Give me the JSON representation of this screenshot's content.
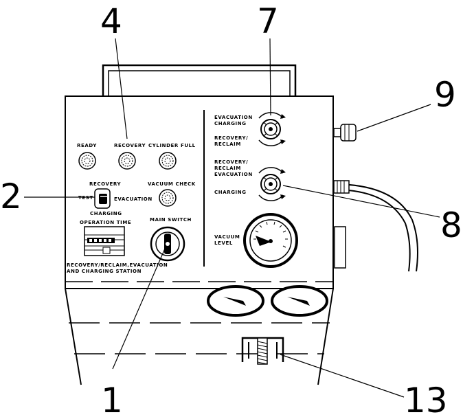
{
  "callouts": {
    "c1": "1",
    "c2": "2",
    "c4": "4",
    "c7": "7",
    "c8": "8",
    "c9": "9",
    "c13": "13"
  },
  "labels": {
    "ready": "READY",
    "recovery": "RECOVERY",
    "cylinder_full": "CYLINDER FULL",
    "recovery_switch": "RECOVERY",
    "test": "TEST",
    "evacuation": "EVACUATION",
    "charging": "CHARGING",
    "vacuum_check": "VACUUM CHECK",
    "operation_time": "OPERATION TIME",
    "main_switch": "MAIN SWITCH",
    "station_line1": "RECOVERY/RECLAIM,EVACUATION",
    "station_line2": "AND CHARGING STATION",
    "valve7_line1": "EVACUATION",
    "valve7_line2": "CHARGING",
    "valve7_line3": "RECOVERY/",
    "valve7_line4": "RECLAIM",
    "valve8_line1": "RECOVERY/",
    "valve8_line2": "RECLAIM",
    "valve8_line3": "EVACUATION",
    "valve8_line4": "CHARGING",
    "vacuum_line1": "VACUUM",
    "vacuum_line2": "LEVEL"
  }
}
